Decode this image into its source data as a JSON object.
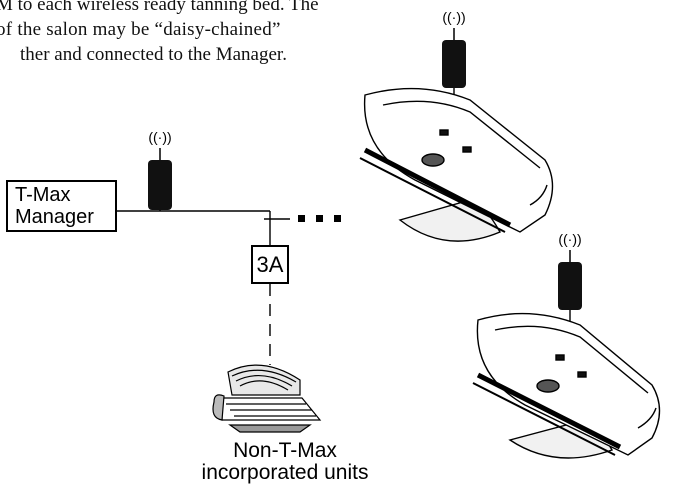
{
  "body_text": {
    "line1": "M to each wireless ready tanning bed. The",
    "line2": "of the salon may be “daisy-chained”",
    "line3": "ther and connected to the Manager."
  },
  "manager": {
    "line1": "T-Max",
    "line2": "Manager"
  },
  "hub": {
    "label": "3A"
  },
  "non_tmax": {
    "line1": "Non-T-Max",
    "line2": "incorporated units"
  },
  "wireless_symbol": "((·))",
  "icons": [
    "wireless-signal-icon",
    "wireless-module-icon",
    "tanning-bed-icon",
    "open-tanning-bed-icon"
  ]
}
